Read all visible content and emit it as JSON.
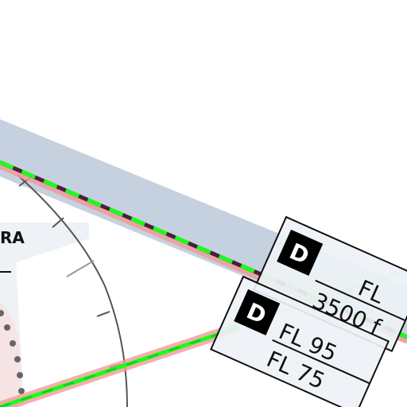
{
  "map": {
    "area_label_fragment": "RA",
    "airspace_labels": [
      {
        "class_letter": "D",
        "upper_limit": "FL",
        "lower_limit": "3500 f"
      },
      {
        "class_letter": "D",
        "upper_limit": "FL 95",
        "lower_limit": "FL 75"
      }
    ],
    "colors": {
      "background": "#ffffff",
      "airway_band": "#c5d1de",
      "airspace_fill": "#f6e3e3",
      "airspace_border": "#f29a9a",
      "route_green": "#18ff18",
      "route_dark": "#4a1f3a",
      "compass_arc": "#555555",
      "label_box": "#eef2f6",
      "class_badge": "#000000"
    }
  }
}
